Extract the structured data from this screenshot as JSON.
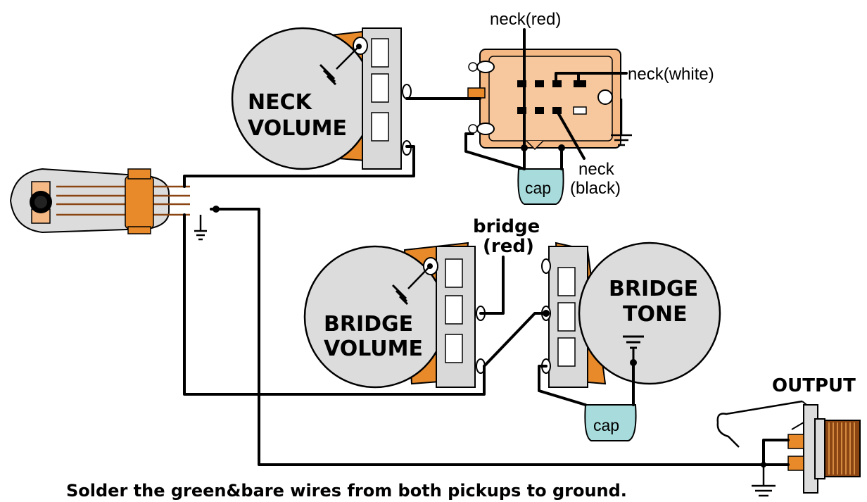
{
  "labels": {
    "neck_red": "neck(red)",
    "neck_white": "neck(white)",
    "neck_black_1": "neck",
    "neck_black_2": "(black)",
    "bridge_red_1": "bridge",
    "bridge_red_2": "(red)",
    "output": "OUTPUT",
    "cap_top": "cap",
    "cap_bottom": "cap",
    "footer_note": "Solder the green&bare wires from both pickups to ground."
  },
  "pots": {
    "neck_volume": [
      "NECK",
      "VOLUME"
    ],
    "bridge_volume": [
      "BRIDGE",
      "VOLUME"
    ],
    "bridge_tone": [
      "BRIDGE",
      "TONE"
    ]
  },
  "colors": {
    "pot_body": "#dcdcdc",
    "orange": "#e88a2a",
    "switch_body": "#f5b986",
    "cap_fill": "#a8dcdc",
    "wire": "#000000"
  }
}
